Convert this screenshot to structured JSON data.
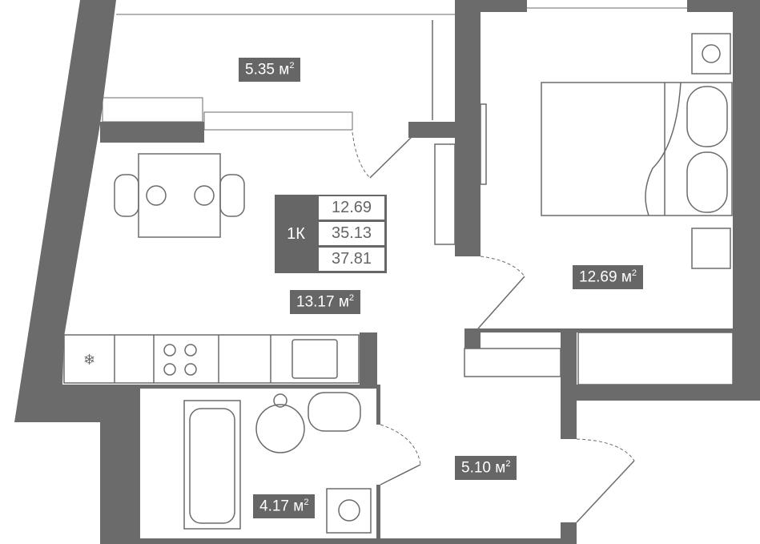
{
  "summary": {
    "rooms": "1К",
    "living_area": "12.69",
    "total_area": "35.13",
    "total_with_balcony": "37.81"
  },
  "rooms": [
    {
      "name": "balcony",
      "area": "5.35",
      "unit": "м",
      "sup": "2"
    },
    {
      "name": "kitchen-living",
      "area": "13.17",
      "unit": "м",
      "sup": "2"
    },
    {
      "name": "bedroom",
      "area": "12.69",
      "unit": "м",
      "sup": "2"
    },
    {
      "name": "hallway",
      "area": "5.10",
      "unit": "м",
      "sup": "2"
    },
    {
      "name": "bathroom",
      "area": "4.17",
      "unit": "м",
      "sup": "2"
    }
  ],
  "colors": {
    "wall": "#6b6b6b",
    "label_bg": "#666666"
  }
}
